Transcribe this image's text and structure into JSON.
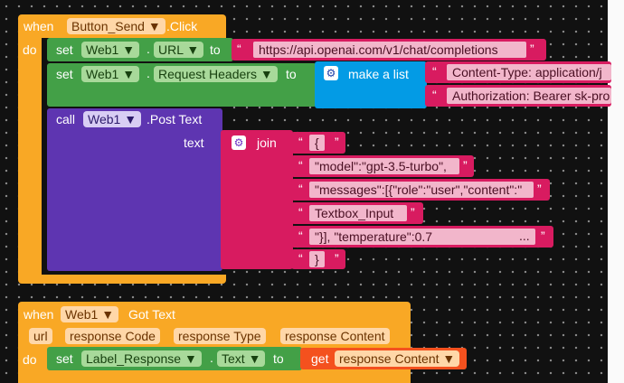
{
  "block1": {
    "when": "when",
    "component": "Button_Send ▼",
    "event": ".Click",
    "do": "do"
  },
  "set_url": {
    "set": "set",
    "component": "Web1 ▼",
    "dot": ".",
    "property": "URL ▼",
    "to": "to",
    "value": "https://api.openai.com/v1/chat/completions"
  },
  "set_headers": {
    "set": "set",
    "component": "Web1 ▼",
    "dot": ".",
    "property": "Request Headers ▼",
    "to": "to",
    "make_list": "make a list",
    "items": [
      "Content-Type: application/j",
      "Authorization: Bearer sk-pro"
    ]
  },
  "call_post": {
    "call": "call",
    "component": "Web1 ▼",
    "method": ".Post Text",
    "arg": "text",
    "join": "join",
    "parts": [
      "{",
      "\"model\":\"gpt-3.5-turbo\",",
      "\"messages\":[{\"role\":\"user\",\"content\":\"",
      "Textbox_Input",
      "\"}], \"temperature\":0.7",
      "}"
    ],
    "ellipsis": "..."
  },
  "block2": {
    "when": "when",
    "component": "Web1 ▼",
    "event": "Got Text",
    "params": [
      "url",
      "response Code",
      "response Type",
      "response Content"
    ],
    "do": "do"
  },
  "set_label": {
    "set": "set",
    "component": "Label_Response ▼",
    "dot": ".",
    "property": "Text ▼",
    "to": "to",
    "get": "get",
    "get_value": "response Content ▼"
  },
  "colors": {
    "event": "#f9a825",
    "setter": "#43a047",
    "list": "#039be5",
    "call": "#5e35b1",
    "text": "#d81b60",
    "getter": "#f4511e"
  }
}
